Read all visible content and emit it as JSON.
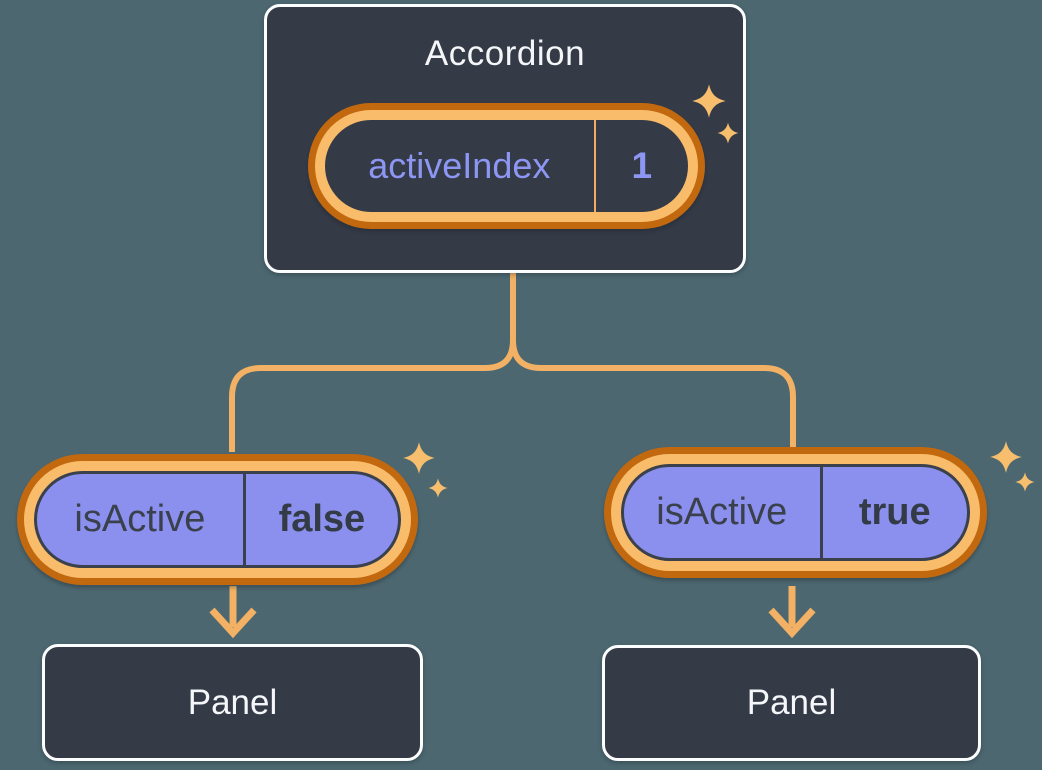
{
  "diagram": {
    "description": "React state diagram: Accordion component holding activeIndex state, passing isActive props to two Panel children"
  },
  "colors": {
    "background": "#4C6770",
    "box_fill": "#343A46",
    "box_border": "#FCFDFE",
    "prop_pill_fill": "#8B90EE",
    "state_text_purple": "#8D96F3",
    "dark_text": "#3A414D",
    "ring_outer_orange": "#C2690F",
    "ring_inner_orange": "#F8BC6B",
    "connector_orange": "#F2B164",
    "sparkle_orange": "#F7BE6D",
    "light_text": "#F4F6F9"
  },
  "accordion": {
    "title": "Accordion",
    "state_pill": {
      "label": "activeIndex",
      "value": "1"
    }
  },
  "children": [
    {
      "pill": {
        "label": "isActive",
        "value": "false"
      },
      "panel": {
        "label": "Panel"
      }
    },
    {
      "pill": {
        "label": "isActive",
        "value": "true"
      },
      "panel": {
        "label": "Panel"
      }
    }
  ],
  "icons": {
    "sparkle": "four-point-sparkle"
  }
}
